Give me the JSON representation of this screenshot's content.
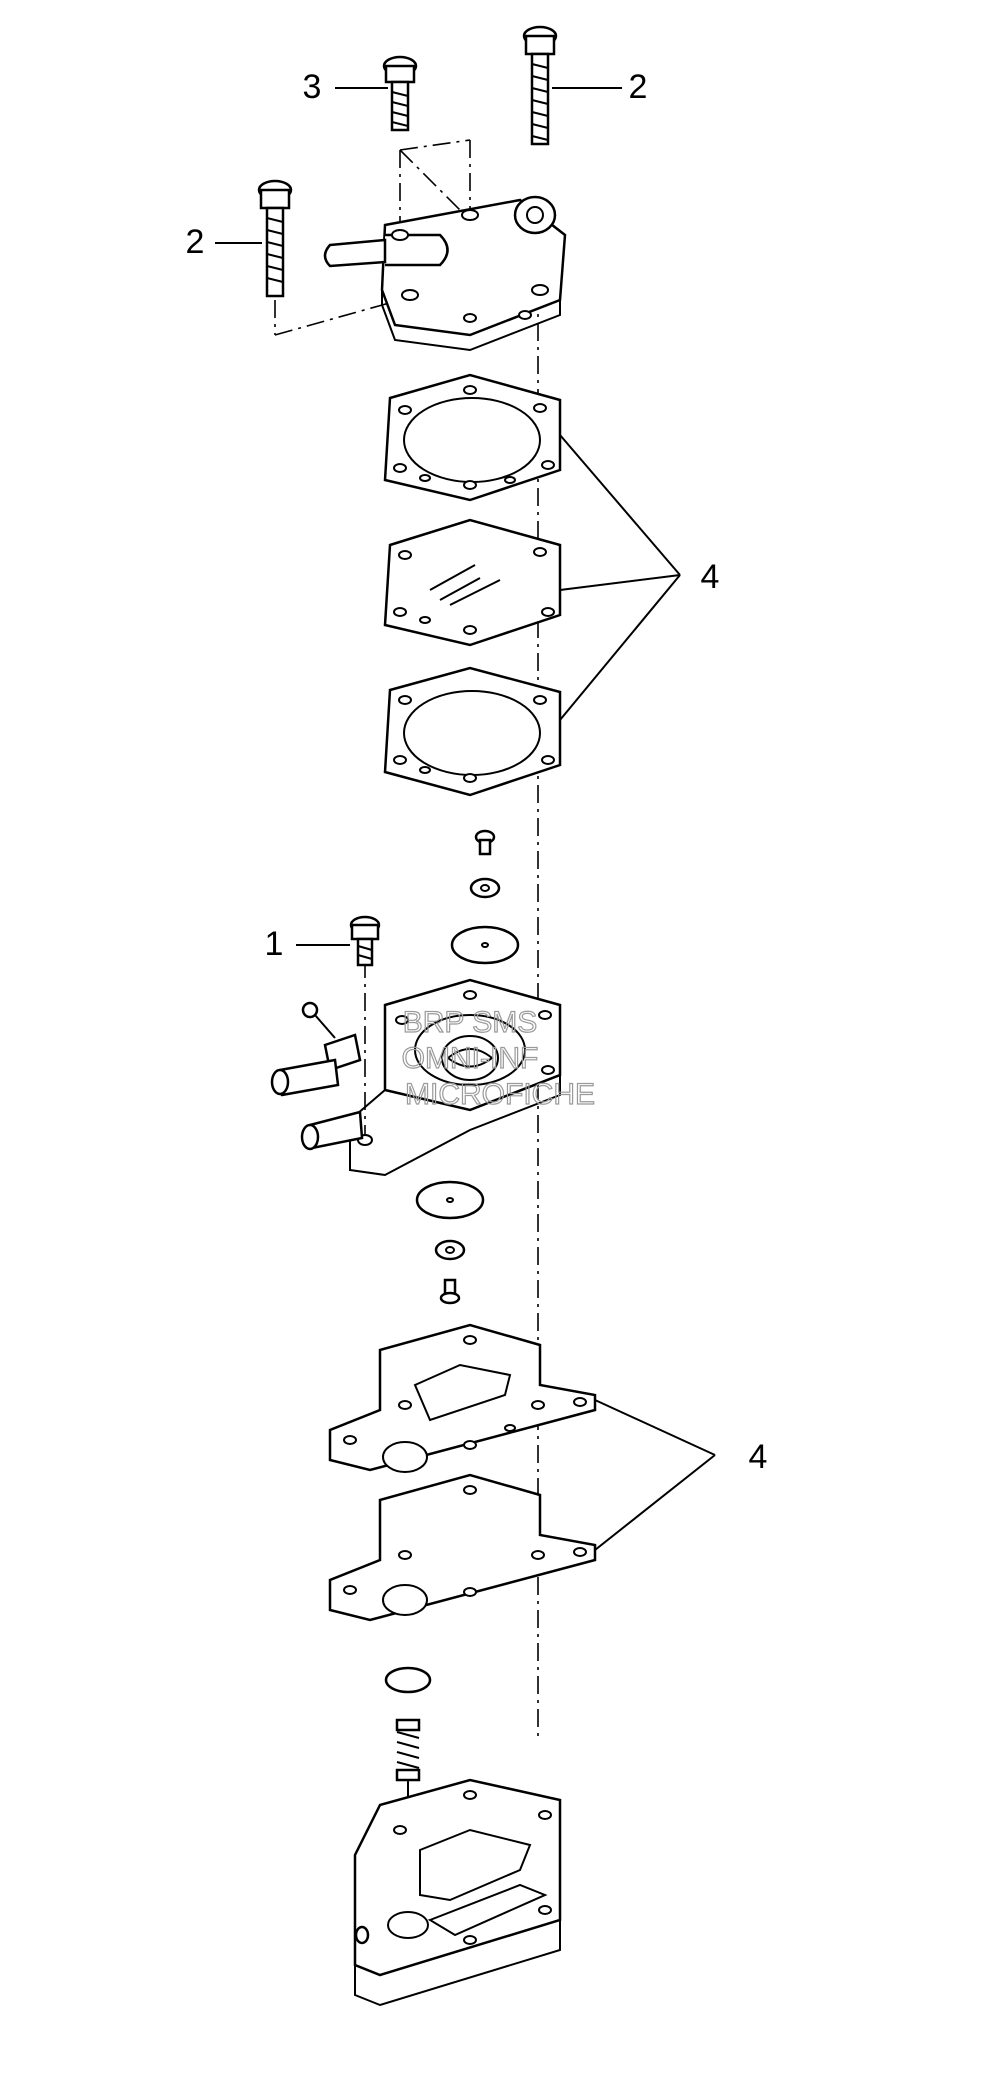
{
  "callouts": {
    "screw_top_left": "3",
    "screw_top_right": "2",
    "screw_left": "2",
    "gasket_group_upper": "4",
    "screw_body": "1",
    "gasket_group_lower": "4"
  },
  "watermark": {
    "line1": "BRP SMS",
    "line2": "OMNI-INF",
    "line3": "MICROFICHE"
  }
}
